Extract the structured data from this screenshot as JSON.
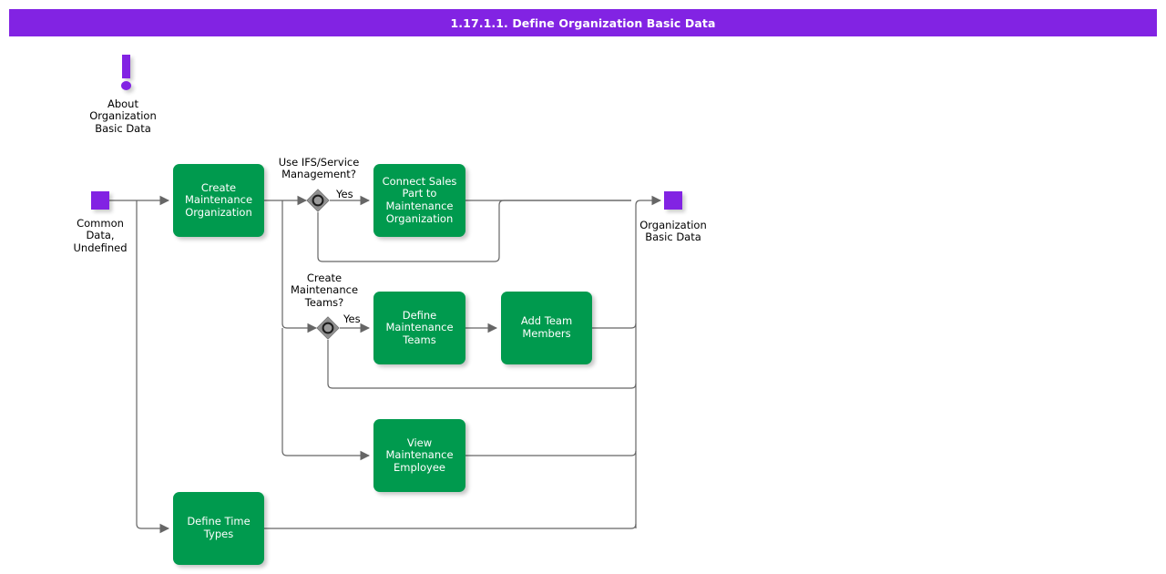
{
  "header": {
    "title": "1.17.1.1. Define Organization Basic Data",
    "bar_color": "#8223e3",
    "text_color": "#ffffff"
  },
  "theme": {
    "task_fill": "#009a4e",
    "task_text": "#ffffff",
    "terminator_fill": "#8223e3",
    "gateway_fill": "#808080",
    "connector_stroke": "#666666",
    "canvas_bg": "#ffffff"
  },
  "note": {
    "icon": "exclamation-icon",
    "label": "About\nOrganization\nBasic Data"
  },
  "terminators": [
    {
      "name": "start",
      "label": "Common\nData,\nUndefined"
    },
    {
      "name": "end",
      "label": "Organization\nBasic Data"
    }
  ],
  "tasks": [
    {
      "id": "create-maintenance-organization",
      "label": "Create\nMaintenance\nOrganization"
    },
    {
      "id": "connect-sales-part-to-maintenance-organization",
      "label": "Connect Sales\nPart to\nMaintenance\nOrganization"
    },
    {
      "id": "define-maintenance-teams",
      "label": "Define\nMaintenance\nTeams"
    },
    {
      "id": "add-team-members",
      "label": "Add Team\nMembers"
    },
    {
      "id": "view-maintenance-employee",
      "label": "View\nMaintenance\nEmployee"
    },
    {
      "id": "define-time-types",
      "label": "Define Time\nTypes"
    }
  ],
  "gateways": [
    {
      "id": "use-ifs-service-management",
      "question": "Use IFS/Service\nManagement?",
      "yes_label": "Yes"
    },
    {
      "id": "create-maintenance-teams",
      "question": "Create\nMaintenance\nTeams?",
      "yes_label": "Yes"
    }
  ]
}
